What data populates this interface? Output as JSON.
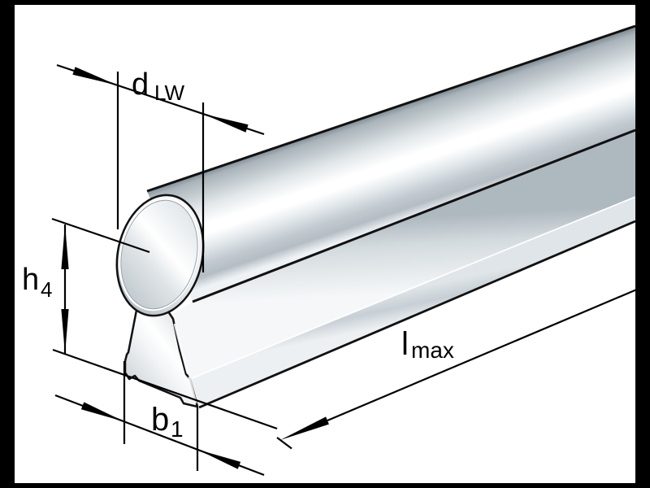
{
  "figure": {
    "kind": "technical-dimensional-drawing",
    "subject": "round shaft mounted on a support rail (3D cutaway view)"
  },
  "labels": {
    "shaft_diameter": {
      "main": "d",
      "sub": "LW"
    },
    "center_height": {
      "main": "h",
      "sub": "4"
    },
    "base_width": {
      "main": "b",
      "sub": "1"
    },
    "max_length": {
      "main": "l",
      "sub": "max"
    }
  },
  "colors": {
    "background": "#ffffff",
    "frame": "#000000",
    "outline": "#111111",
    "dimension": "#000000",
    "metal_bright": "#ffffff",
    "metal_light": "#e8edf0",
    "metal_mid": "#c2cad0",
    "metal_dark": "#7e8a91"
  }
}
